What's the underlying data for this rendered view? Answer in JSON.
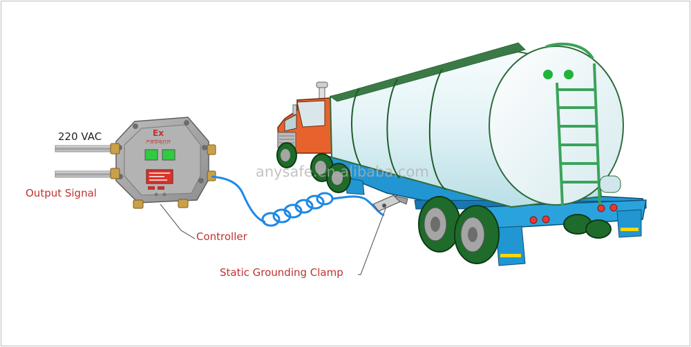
{
  "labels": {
    "power": "220 VAC",
    "output": "Output Signal",
    "controller": "Controller",
    "clamp": "Static Grounding Clamp"
  },
  "device": {
    "ex_mark": "Ex",
    "nameplate": "严禁带电打开"
  },
  "watermark": "anysafe.en.alibaba.com",
  "colors": {
    "label_red": "#c0322f",
    "label_dark": "#222222",
    "cable_blue": "#1e88e5",
    "trailer_blue": "#2196d3",
    "cab_orange": "#e8632b",
    "tank_green": "#2f6b3a",
    "tire_green": "#1f6b2b",
    "device_gray": "#9e9e9e",
    "window_green": "#2ecc40"
  }
}
